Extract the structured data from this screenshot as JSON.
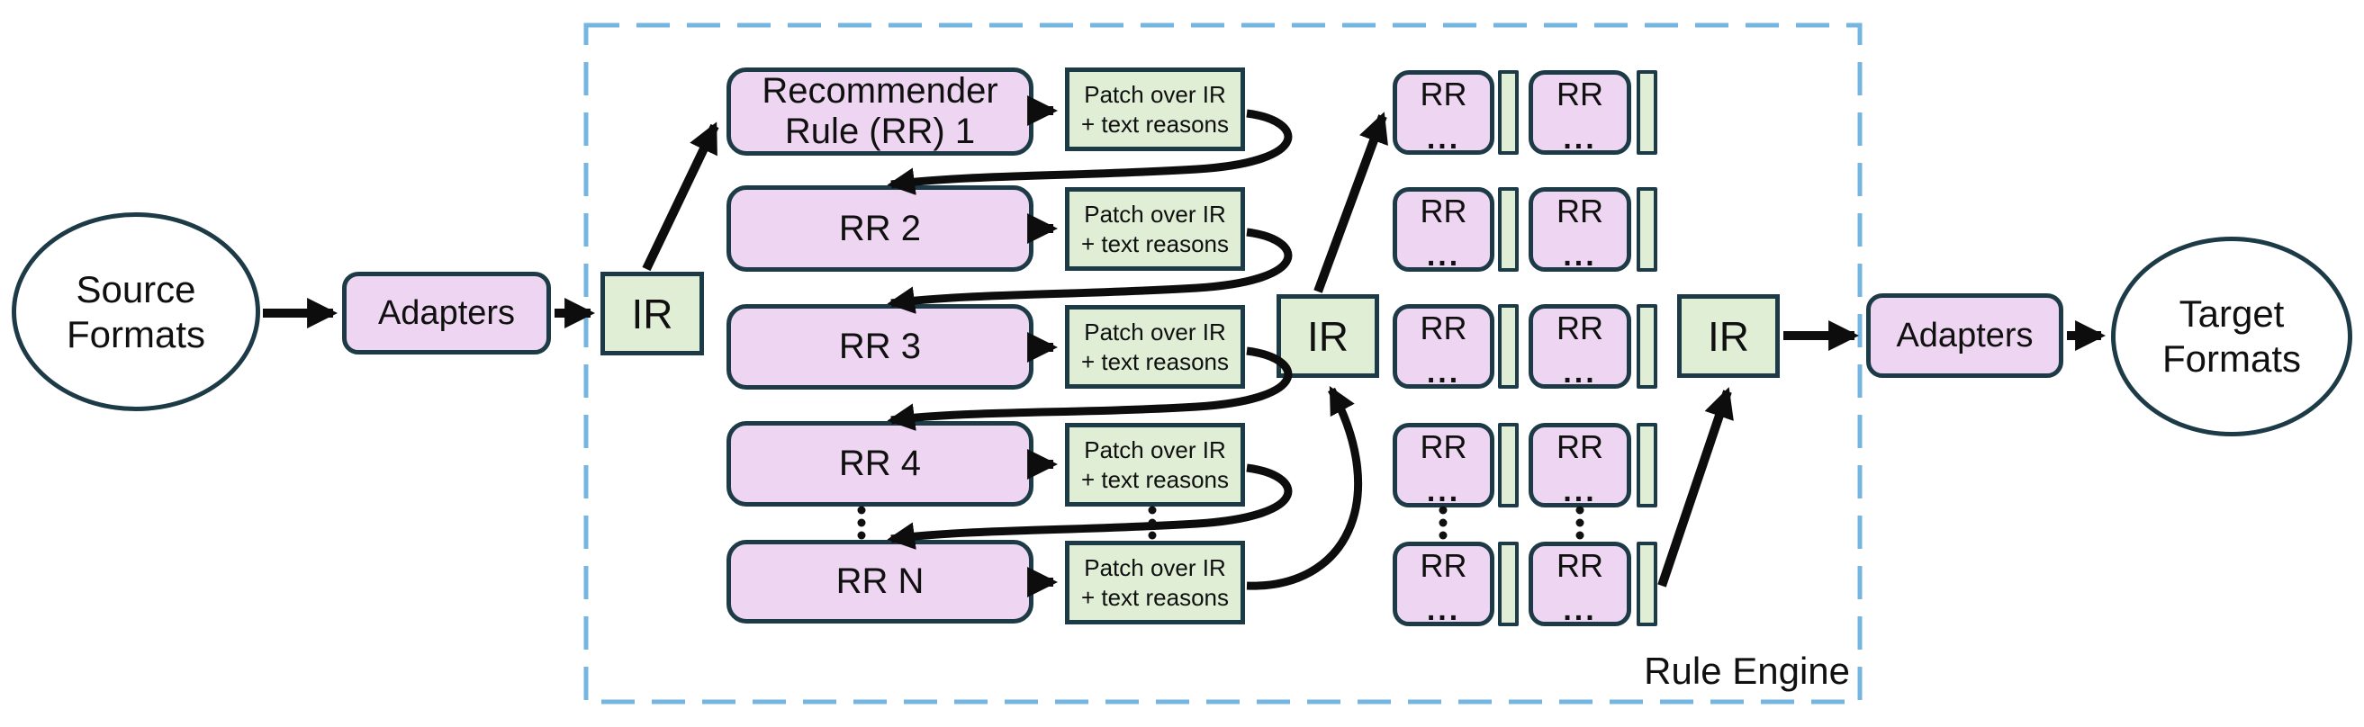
{
  "diagram": {
    "source": {
      "line1": "Source",
      "line2": "Formats"
    },
    "adapters_left": "Adapters",
    "ir_left": "IR",
    "rule_engine": {
      "label": "Rule Engine",
      "rules": [
        {
          "line1": "Recommender",
          "line2": "Rule (RR) 1"
        },
        {
          "label": "RR 2"
        },
        {
          "label": "RR 3"
        },
        {
          "label": "RR 4"
        },
        {
          "label": "RR N"
        }
      ],
      "patch": {
        "line1": "Patch over IR",
        "line2": "+ text reasons"
      },
      "ir_middle": "IR",
      "parallel_grid": {
        "rr_label": "RR",
        "dots_label": "..."
      },
      "ir_right": "IR"
    },
    "adapters_right": "Adapters",
    "target": {
      "line1": "Target",
      "line2": "Formats"
    }
  },
  "colors": {
    "box_pink": "#eed5f1",
    "box_green": "#dfeed5",
    "outline": "#1d3a47",
    "dashed_border": "#74b5e2",
    "arrow": "#0d0d0d",
    "text": "#101010",
    "background": "#ffffff"
  }
}
